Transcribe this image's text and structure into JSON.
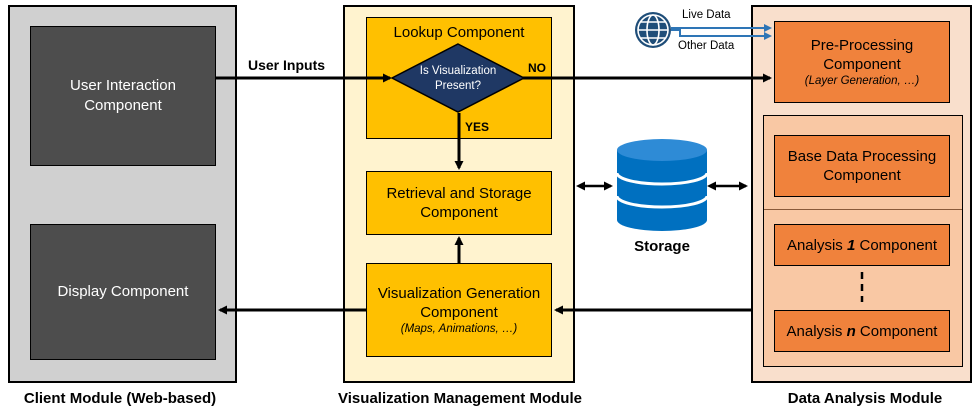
{
  "client": {
    "title": "Client Module (Web-based)",
    "user_interaction": "User Interaction Component",
    "display": "Display Component"
  },
  "visualization": {
    "title": "Visualization Management Module",
    "lookup": "Lookup Component",
    "decision": "Is Visualization Present?",
    "no_label": "NO",
    "yes_label": "YES",
    "retrieval": "Retrieval and Storage Component",
    "generation": "Visualization Generation Component",
    "generation_note": "(Maps, Animations, …)"
  },
  "storage": {
    "label": "Storage"
  },
  "flows": {
    "user_inputs": "User Inputs",
    "live_data": "Live Data",
    "other_data": "Other Data"
  },
  "data_analysis": {
    "title": "Data Analysis Module",
    "preprocessing": "Pre-Processing Component",
    "preprocessing_note": "(Layer Generation, …)",
    "base": "Base Data Processing Component",
    "analysis_1_pre": "Analysis ",
    "analysis_1_num": "1",
    "analysis_1_post": " Component",
    "analysis_n_pre": "Analysis ",
    "analysis_n_num": "n",
    "analysis_n_post": " Component"
  },
  "colors": {
    "client_bg": "#d0d0d0",
    "dark_box": "#4d4d4d",
    "vis_bg": "#fff3cf",
    "gold_box": "#ffc000",
    "decision": "#1f3864",
    "data_bg": "#f9dfcc",
    "orange_box": "#f0823c",
    "storage": "#0070c0"
  }
}
